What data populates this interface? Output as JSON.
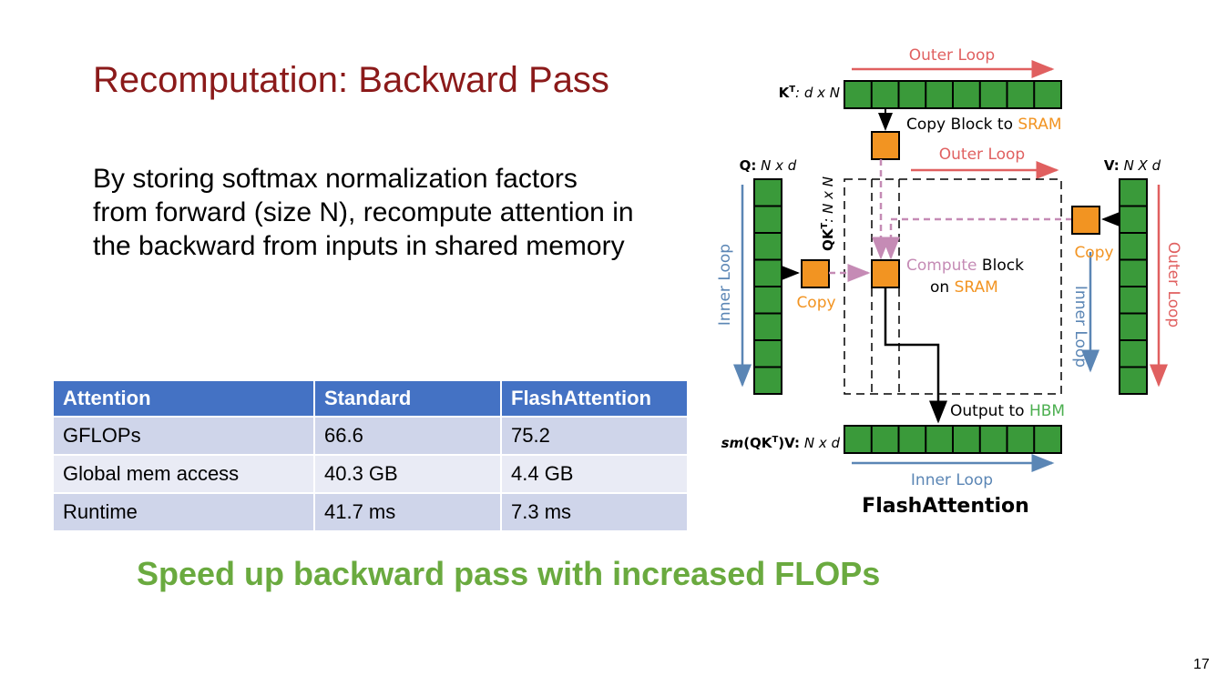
{
  "slide": {
    "title": "Recomputation: Backward Pass",
    "body_lines": [
      "By storing softmax normalization factors",
      "from forward (size N), recompute attention in",
      "the backward from inputs in shared memory"
    ],
    "conclusion": "Speed up backward pass with increased FLOPs",
    "page_number": "17"
  },
  "table": {
    "headers": [
      "Attention",
      "Standard",
      "FlashAttention"
    ],
    "rows": [
      [
        "GFLOPs",
        "66.6",
        "75.2"
      ],
      [
        "Global mem access",
        "40.3 GB",
        "4.4 GB"
      ],
      [
        "Runtime",
        "41.7 ms",
        "7.3 ms"
      ]
    ]
  },
  "diagram": {
    "outer_loop_label": "Outer Loop",
    "inner_loop_label": "Inner Loop",
    "kt_label_bold": "K",
    "kt_label_sup": "T",
    "kt_label_rest": ": d x N",
    "q_label_bold": "Q:",
    "q_label_rest": " N x d",
    "v_label_bold": "V:",
    "v_label_rest": " N X d",
    "qkt_label_bold": "QK",
    "qkt_label_sup": "T",
    "qkt_label_rest": ": N x N",
    "copy_block_text": "Copy Block to ",
    "sram": "SRAM",
    "copy_label": "Copy",
    "compute_word": "Compute",
    "block_word": " Block",
    "on_word": "on ",
    "output_text": "Output to ",
    "hbm": "HBM",
    "sm_label_italic": "sm",
    "sm_label_mid": "(QK",
    "sm_label_sup": "T",
    "sm_label_bold_end": ")V:",
    "sm_label_rest": " N x d",
    "caption": "FlashAttention",
    "colors": {
      "block_green": "#3a9a3a",
      "copy_orange": "#f29422",
      "outer_loop_red": "#e06060",
      "inner_loop_blue": "#5b86b5",
      "dashed_pink": "#c58bb5",
      "hbm_green": "#4caf50"
    }
  }
}
